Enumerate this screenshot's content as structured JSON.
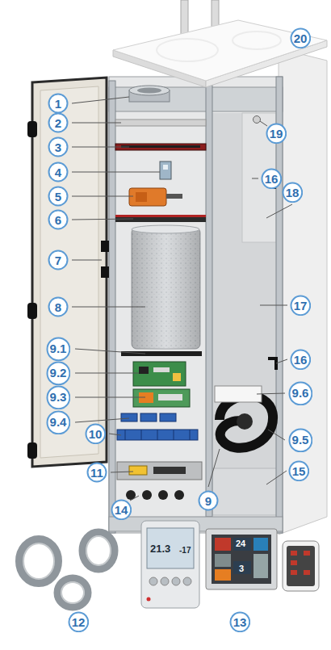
{
  "diagram": {
    "nodes": [
      {
        "text": [
          "20"
        ]
      },
      {
        "text": [
          "1"
        ]
      },
      {
        "text": [
          "19"
        ]
      },
      {
        "text": [
          "2"
        ]
      },
      {
        "text": [
          "3"
        ]
      },
      {
        "text": [
          "4"
        ]
      },
      {
        "text": [
          "16"
        ]
      },
      {
        "text": [
          "18"
        ]
      },
      {
        "text": [
          "5"
        ]
      },
      {
        "text": [
          "6"
        ]
      },
      {
        "text": [
          "7"
        ]
      },
      {
        "text": [
          "17"
        ]
      },
      {
        "text": [
          "8"
        ]
      },
      {
        "text": [
          "9.1"
        ]
      },
      {
        "text": [
          "16"
        ]
      },
      {
        "text": [
          "9.2"
        ]
      },
      {
        "text": [
          "9.6"
        ]
      },
      {
        "text": [
          "9.3"
        ]
      },
      {
        "text": [
          "9.4"
        ]
      },
      {
        "text": [
          "10"
        ]
      },
      {
        "text": [
          "9.5"
        ]
      },
      {
        "text": [
          "15"
        ]
      },
      {
        "text": [
          "11"
        ]
      },
      {
        "text": [
          "9"
        ]
      },
      {
        "text": [
          "14"
        ]
      },
      {
        "text": [
          "12"
        ]
      },
      {
        "text": [
          "13"
        ]
      }
    ],
    "labels": [
      "21.3",
      "-17",
      "24",
      "3"
    ]
  }
}
